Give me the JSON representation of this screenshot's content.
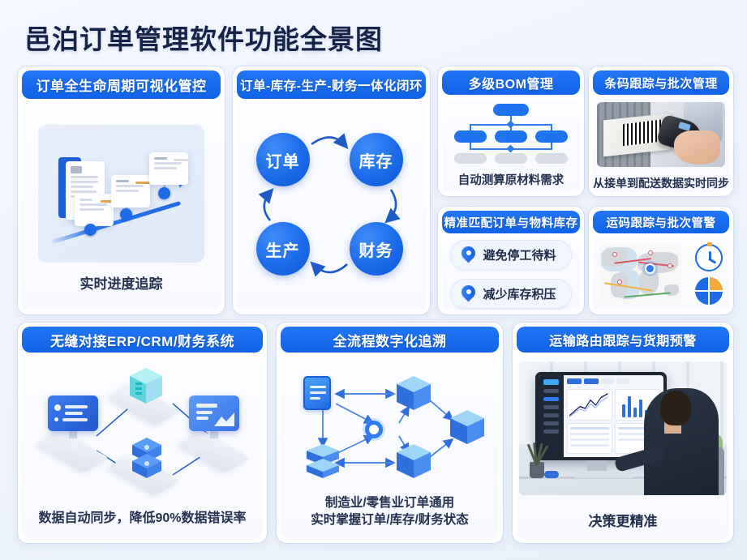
{
  "page": {
    "title": "邑泊订单管理软件功能全景图",
    "title_color": "#16244a",
    "accent_color": "#1263e8",
    "background_color": "#eef3fb"
  },
  "cards": {
    "lifecycle": {
      "header": "订单全生命周期可视化管控",
      "caption": "实时进度追踪",
      "illustration": "timeline-documents-illustration"
    },
    "closedloop": {
      "header": "订单-库存-生产-财务一体化闭环",
      "illustration": "cycle-diagram",
      "nodes": [
        "订单",
        "库存",
        "财务",
        "生产"
      ],
      "flow": "订单 → 库存 → 财务 → 生产 → 订单"
    },
    "bom": {
      "header": "多级BOM管理",
      "caption": "自动测算原材料需求",
      "illustration": "bom-tree-diagram",
      "tree": {
        "root": 1,
        "level2": 3,
        "level3": 3
      }
    },
    "barcode": {
      "header": "条码跟踪与批次管理",
      "caption": "从接单到配送数据实时同步",
      "illustration": "barcode-scanner-photo"
    },
    "matching": {
      "header": "精准匹配订单与物料库存",
      "pills": [
        "避免停工待料",
        "减少库存积压"
      ],
      "pill_icon": "location-pin-icon"
    },
    "tracking": {
      "header": "运码跟踪与批次管警",
      "illustration": "world-map-routes",
      "icons": [
        "clock-icon",
        "pie-chart-icon"
      ]
    },
    "integration": {
      "header": "无缝对接ERP/CRM/财务系统",
      "caption": "数据自动同步，降低90%数据错误率",
      "illustration": "isometric-network-diagram"
    },
    "traceability": {
      "header": "全流程数字化追溯",
      "caption_line1": "制造业/零售业订单通用",
      "caption_line2": "实时掌握订单/库存/财务状态",
      "illustration": "node-graph-diagram"
    },
    "routing": {
      "header": "运输路由跟踪与货期预警",
      "caption": "决策更精准",
      "illustration": "analyst-dashboard-photo"
    }
  }
}
